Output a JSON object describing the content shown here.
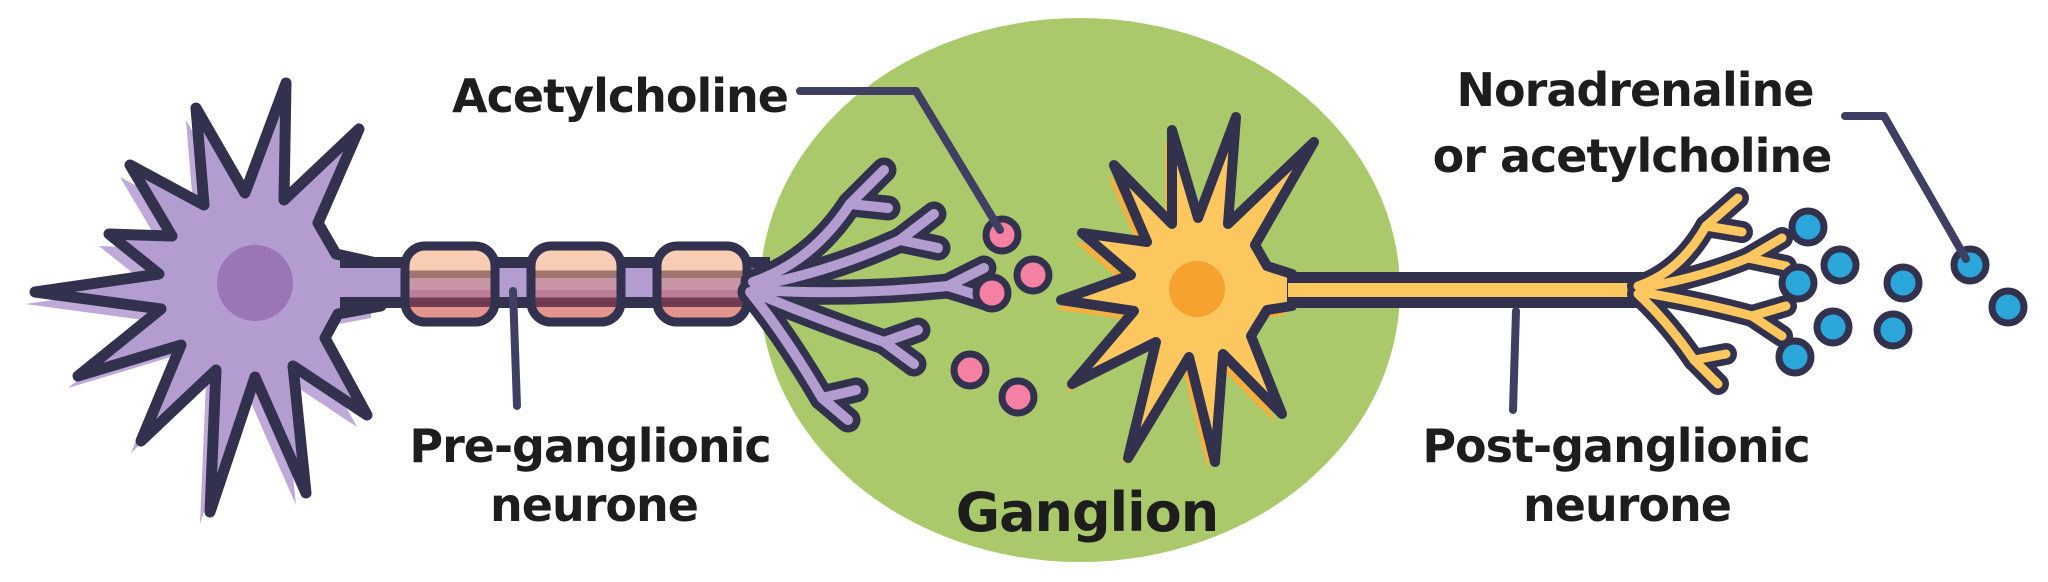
{
  "diagram": {
    "labels": {
      "acetylcholine": "Acetylcholine",
      "pre_ganglionic_line1": "Pre-ganglionic",
      "pre_ganglionic_line2": "neurone",
      "ganglion": "Ganglion",
      "noradrenaline_line1": "Noradrenaline",
      "noradrenaline_line2": "or acetylcholine",
      "post_ganglionic_line1": "Post-ganglionic",
      "post_ganglionic_line2": "neurone"
    },
    "vesicles": {
      "acetylcholine_count": 5,
      "noradrenaline_or_acetylcholine_count": 9
    },
    "colors": {
      "background": "#ffffff",
      "ganglion_fill": "#a9c96b",
      "outline_navy": "#32324e",
      "leader_line": "#3f3f63",
      "pre_neuron_fill": "#b29cd0",
      "pre_neuron_shadow": "#bfa9d8",
      "pre_nucleus": "#9a76b6",
      "post_neuron_fill": "#fcc75e",
      "post_neuron_shadow": "#f5b13f",
      "post_nucleus": "#f5a22e",
      "ach_vesicle": "#f480a4",
      "na_vesicle": "#2aa6da",
      "text": "#1d1d1d",
      "myelin_stripes": [
        "#f8cdb4",
        "#a0746f",
        "#c795a4",
        "#bd7f97",
        "#713c52",
        "#e2958f"
      ]
    }
  }
}
